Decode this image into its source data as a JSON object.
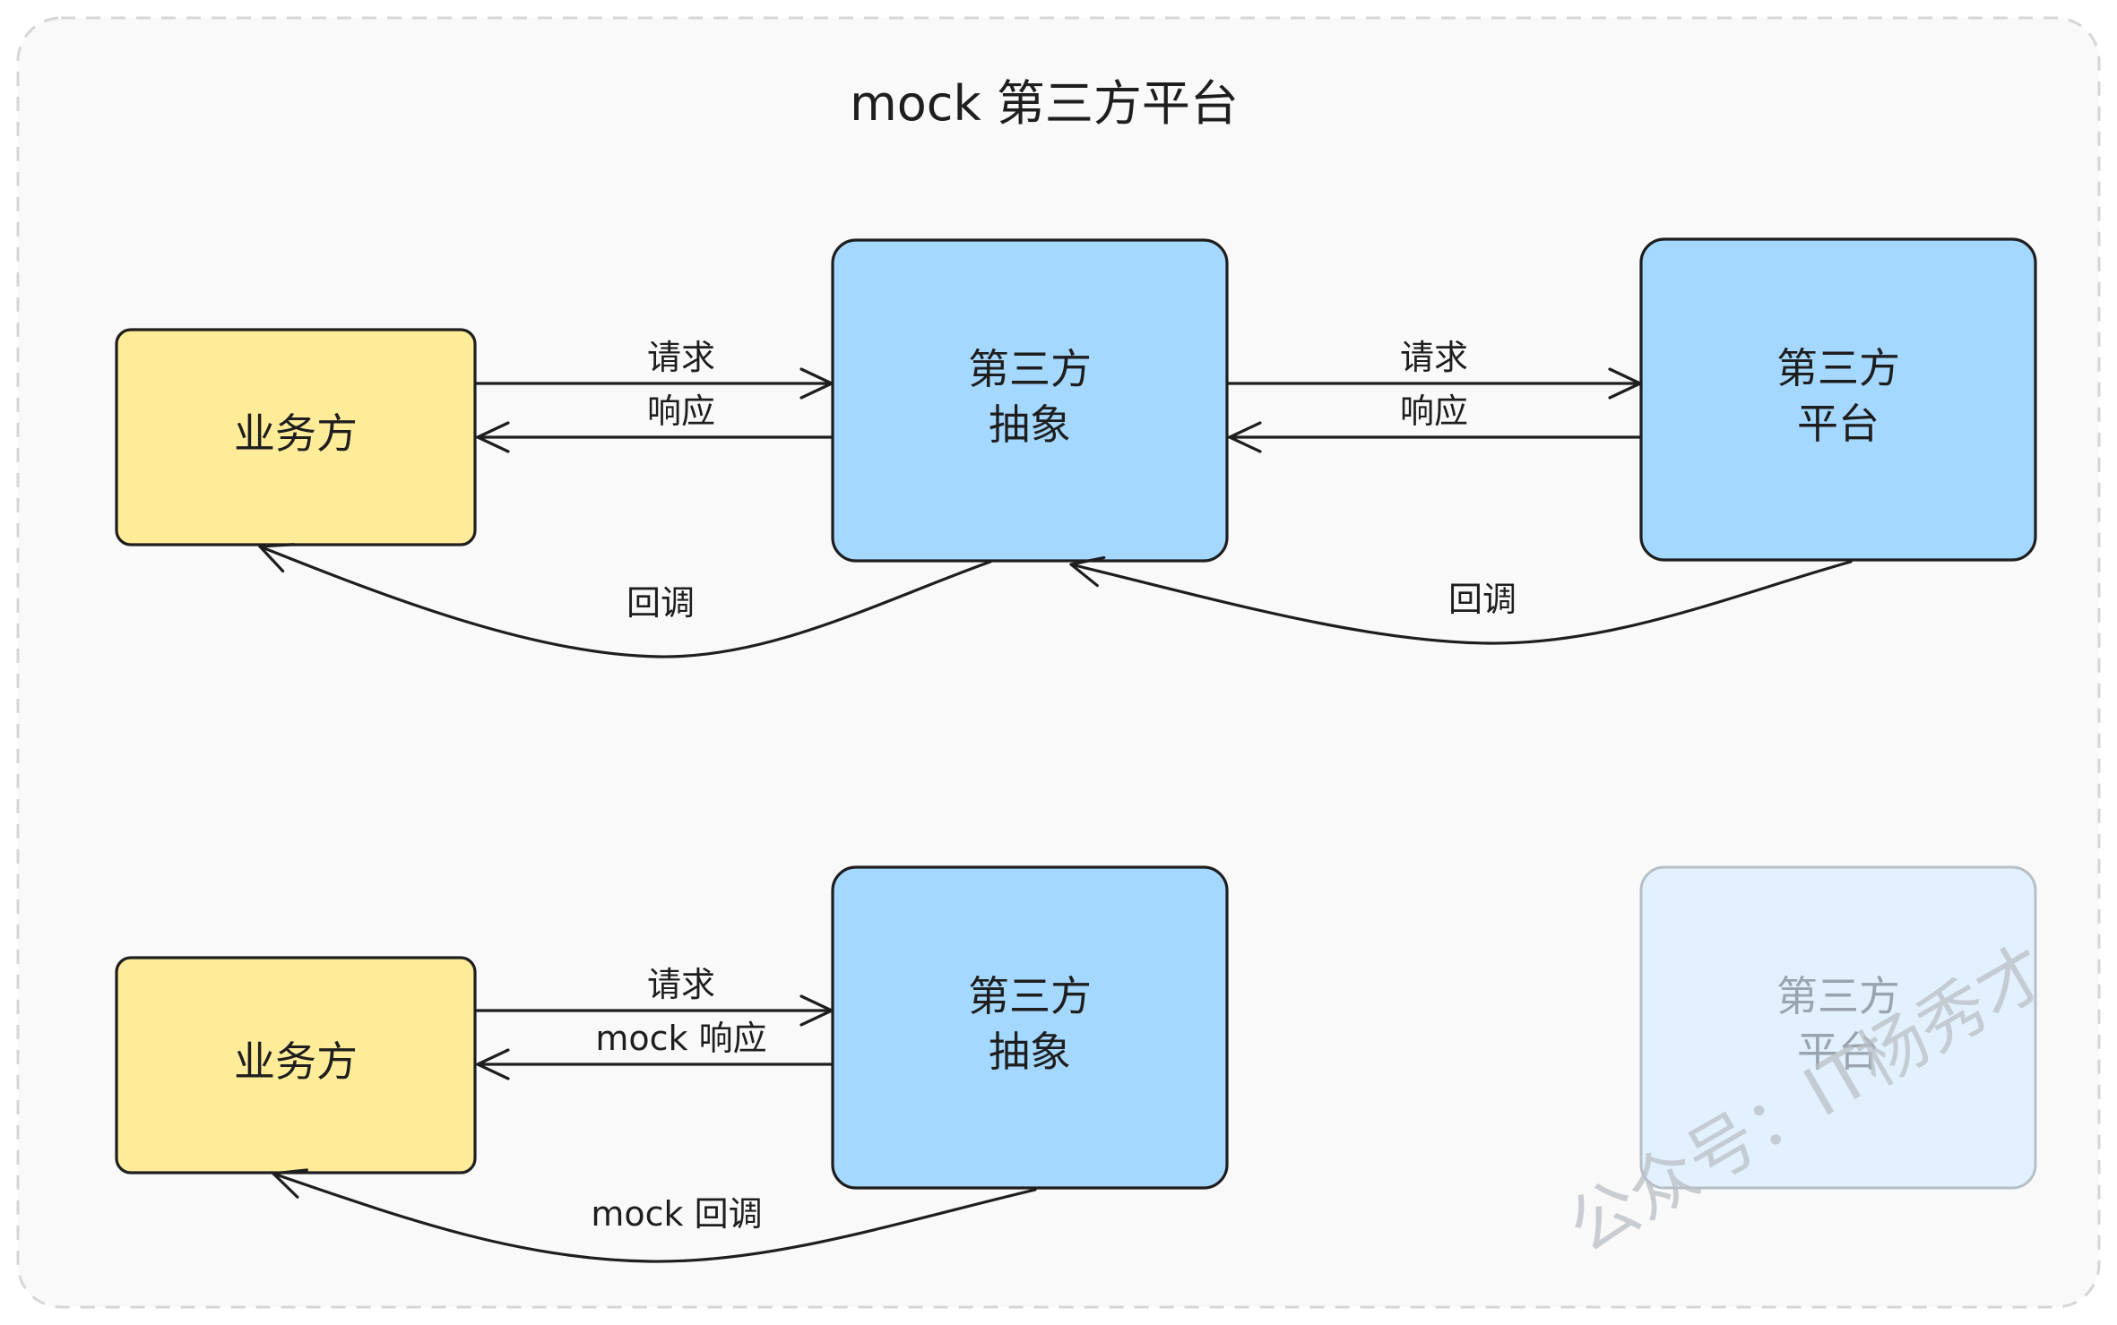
{
  "title": "mock 第三方平台",
  "colors": {
    "business": "#ffec99",
    "abstraction": "#a5d8ff",
    "platform": "#a5d8ff",
    "platform_faded": "#e3f0fd",
    "stroke": "#1e1e1e",
    "background": "#f9f9f9"
  },
  "top_flow": {
    "business": "业务方",
    "abstraction": [
      "第三方",
      "抽象"
    ],
    "platform": [
      "第三方",
      "平台"
    ],
    "request_1": "请求",
    "response_1": "响应",
    "request_2": "请求",
    "response_2": "响应",
    "callback_1": "回调",
    "callback_2": "回调"
  },
  "bottom_flow": {
    "business": "业务方",
    "abstraction": [
      "第三方",
      "抽象"
    ],
    "platform_faded": [
      "第三方",
      "平台"
    ],
    "request": "请求",
    "mock_response": "mock  响应",
    "mock_callback": "mock  回调"
  },
  "watermark": "公众号：IT杨秀才"
}
